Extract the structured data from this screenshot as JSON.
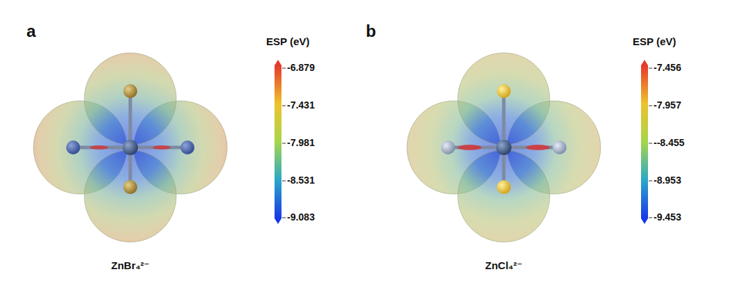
{
  "diagram": {
    "labels": [
      "a",
      "ESP (eV)",
      "-6.879",
      "-7.431",
      "-7.981",
      "-8.531",
      "-9.083",
      "ZnBr₄²⁻",
      "b",
      "ESP (eV)",
      "-7.456",
      "-7.957",
      "--8.455",
      "-8.953",
      "-9.453",
      "ZnCl₄²⁻"
    ]
  }
}
